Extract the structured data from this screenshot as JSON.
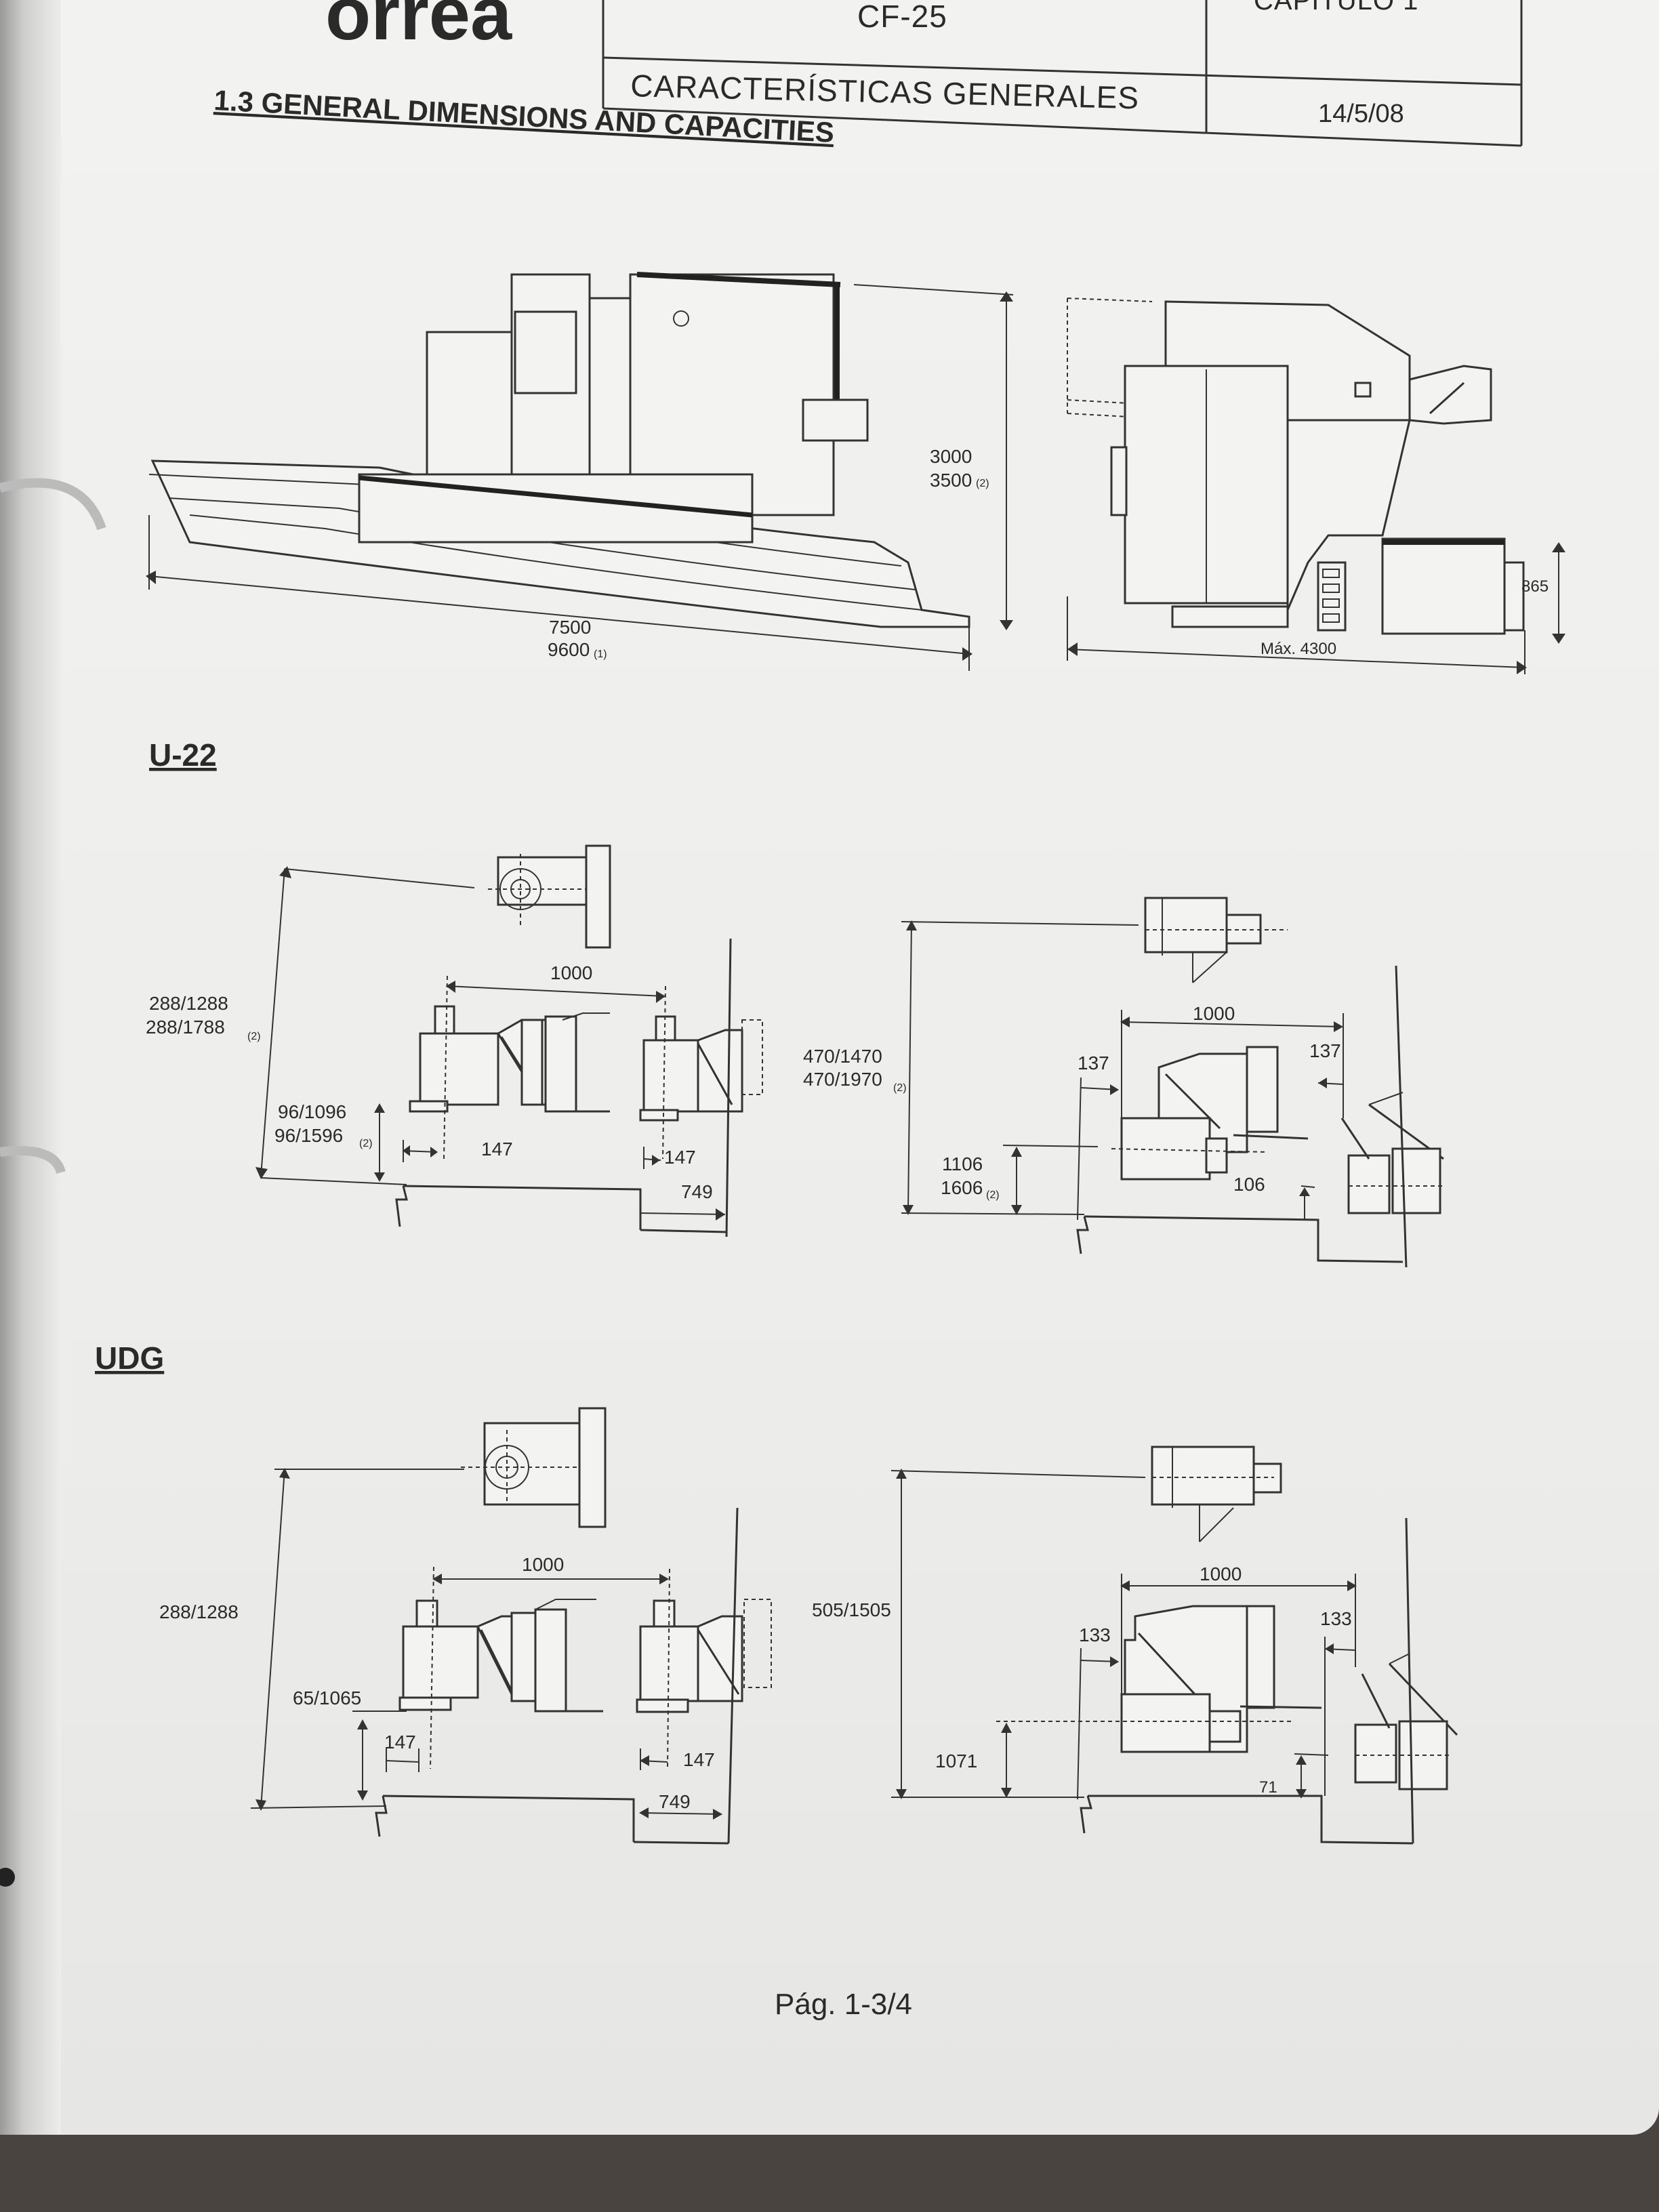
{
  "header": {
    "brand": "orrea",
    "model": "CF-25",
    "chapter": "CAPÍTULO 1",
    "subtitle": "CARACTERÍSTICAS GENERALES",
    "date": "14/5/08"
  },
  "section_title": "1.3 GENERAL DIMENSIONS AND CAPACITIES",
  "machine": {
    "height": "3000",
    "height_alt": "3500",
    "height_alt_note": "(2)",
    "length": "7500",
    "length_alt": "9600",
    "length_alt_note": "(1)",
    "side_height": "865",
    "width_max": "Máx. 4300"
  },
  "u22": {
    "label": "U-22",
    "front": {
      "total_height": "288/1288",
      "total_height_alt": "288/1788",
      "note": "(2)",
      "travel": "1000",
      "lower": "96/1096",
      "lower_alt": "96/1596",
      "offset_left": "147",
      "offset_right": "147",
      "reach": "749"
    },
    "side": {
      "total_height": "470/1470",
      "total_height_alt": "470/1970",
      "note": "(2)",
      "travel": "1000",
      "left": "137",
      "right": "137",
      "lower": "1106",
      "lower_alt": "1606",
      "gap": "106"
    }
  },
  "udg": {
    "label": "UDG",
    "front": {
      "total_height": "288/1288",
      "travel": "1000",
      "lower": "65/1065",
      "offset_left": "147",
      "offset_right": "147",
      "reach": "749"
    },
    "side": {
      "total_height": "505/1505",
      "travel": "1000",
      "left": "133",
      "right": "133",
      "lower": "1071",
      "gap": "71"
    }
  },
  "footer": {
    "page": "Pág. 1-3/4"
  }
}
